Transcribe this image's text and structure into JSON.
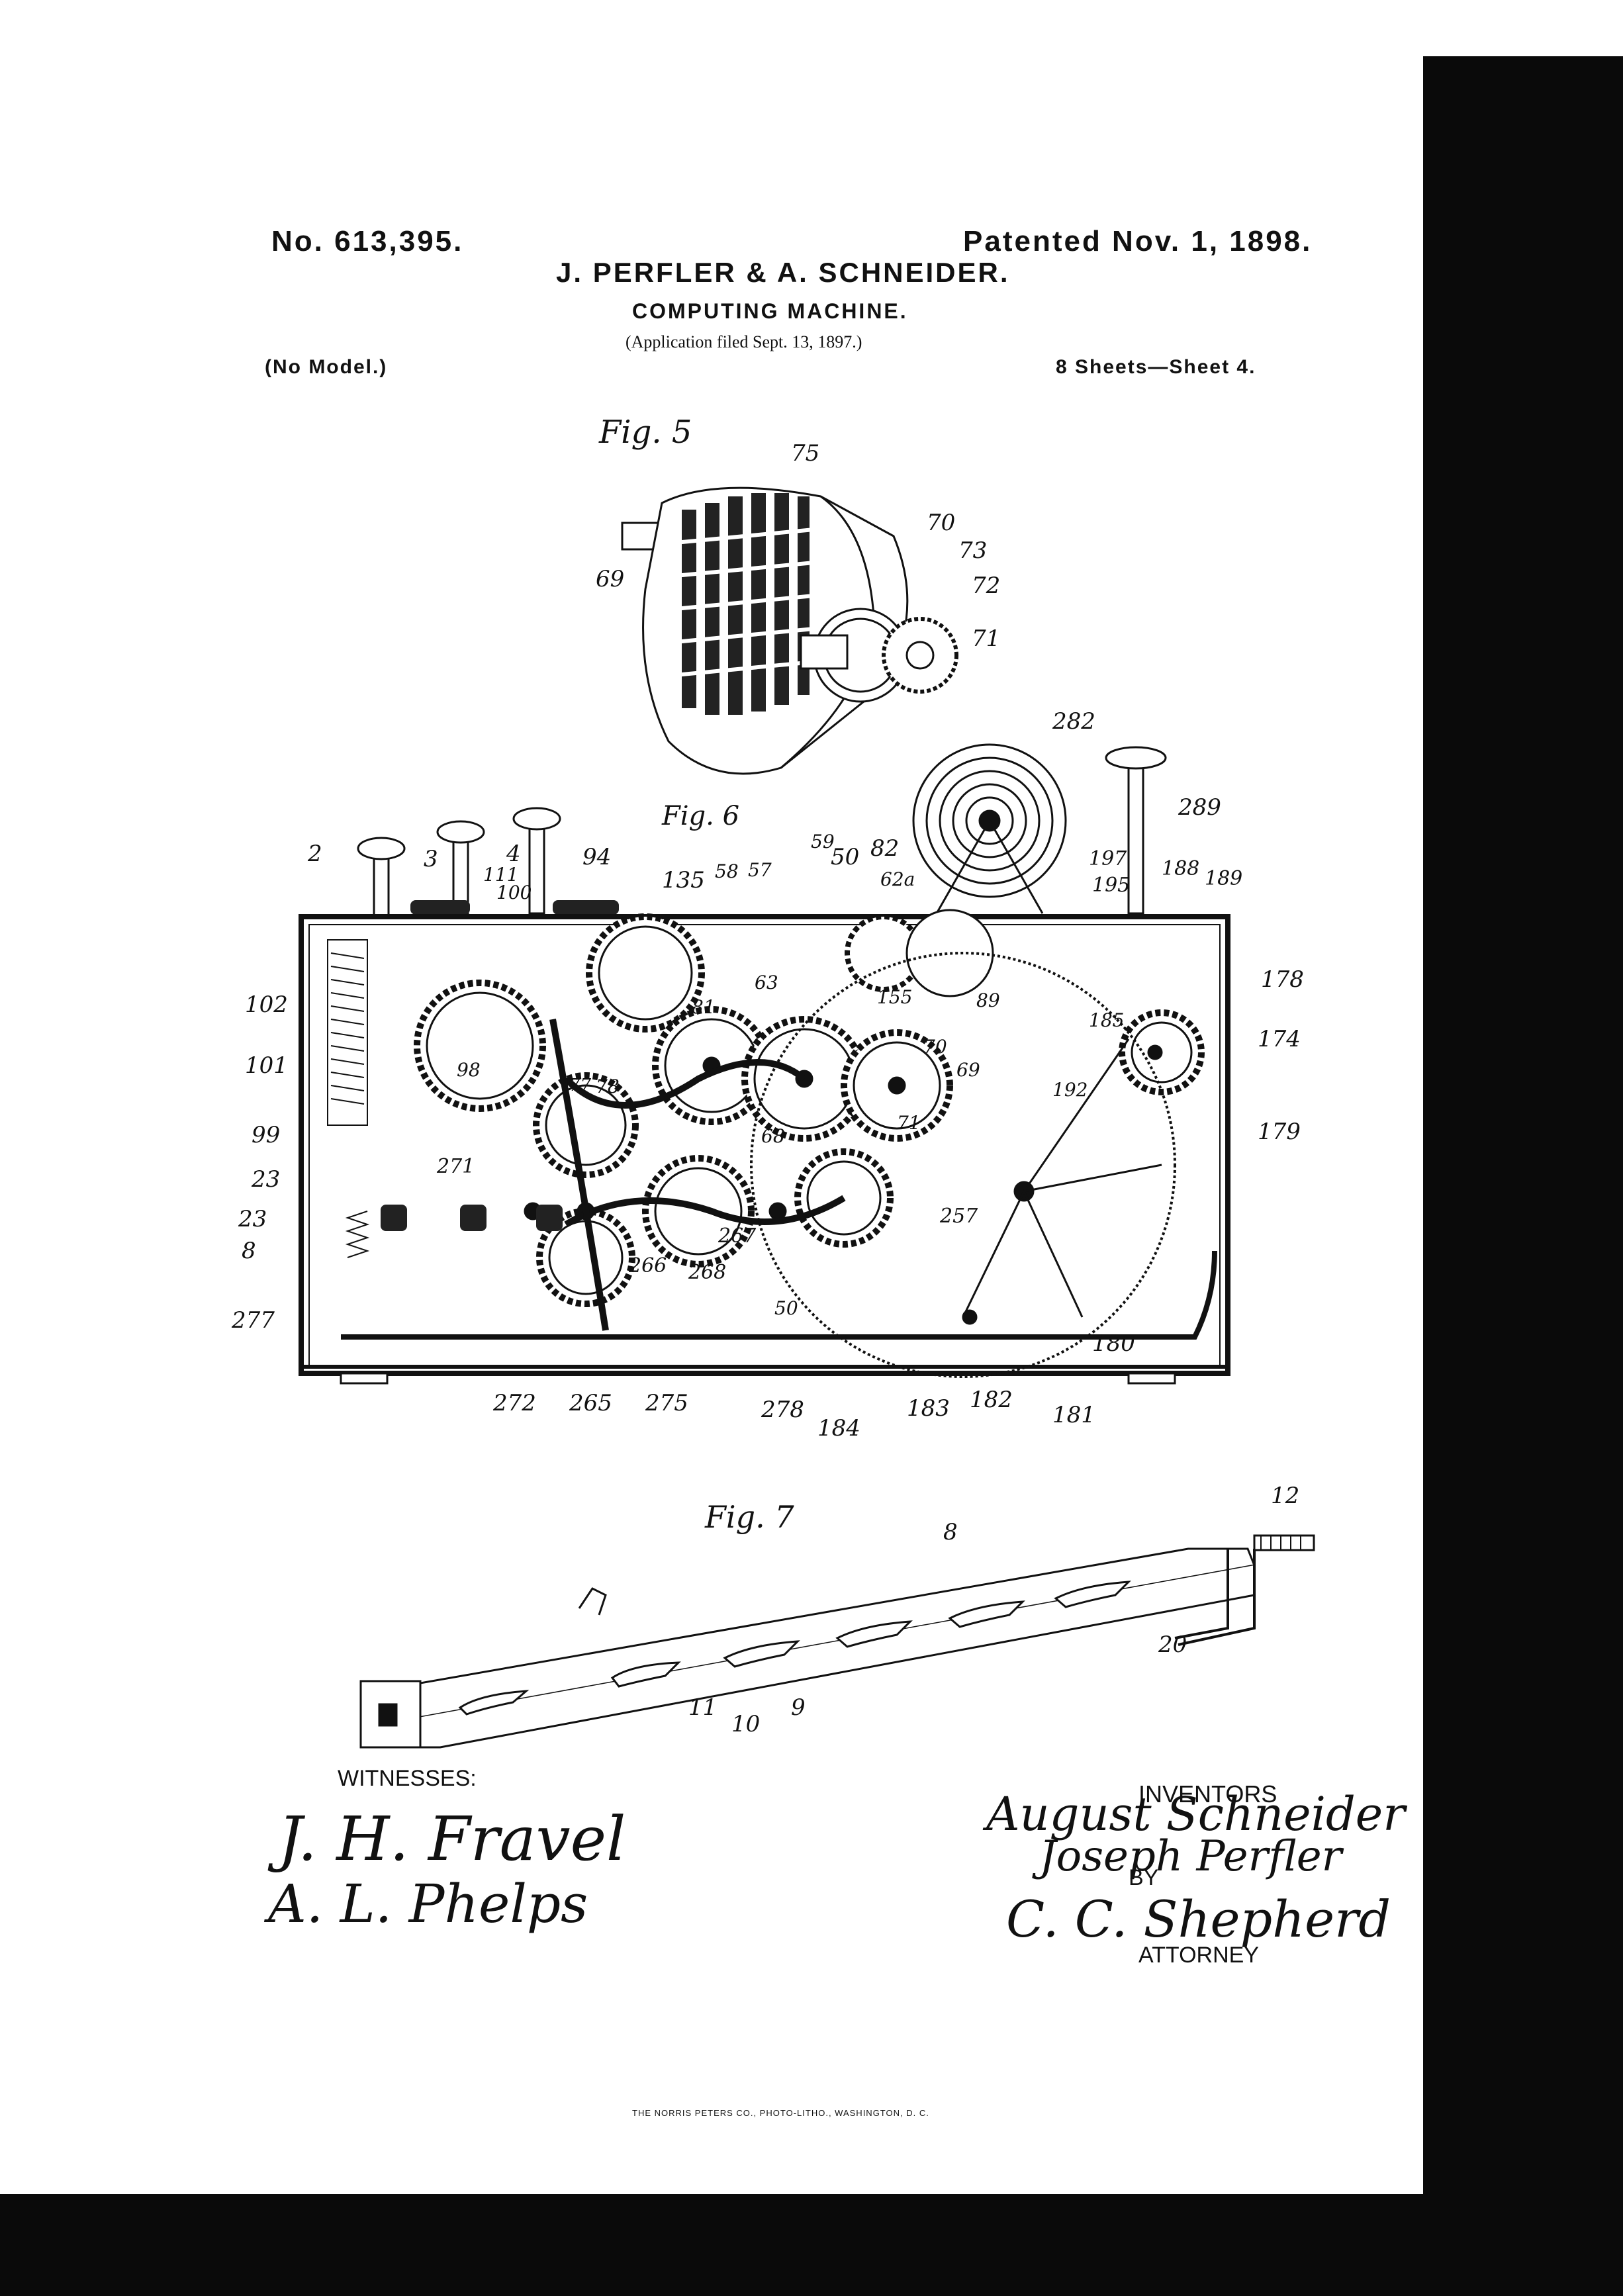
{
  "header": {
    "patent_no": "No. 613,395.",
    "patented_date": "Patented Nov. 1, 1898.",
    "inventors_title": "J. PERFLER & A. SCHNEIDER.",
    "invention": "COMPUTING MACHINE.",
    "application": "(Application filed Sept. 13, 1897.)",
    "model": "(No Model.)",
    "sheets": "8 Sheets—Sheet 4."
  },
  "figures": {
    "fig5": {
      "label": "Fig. 5",
      "callouts": [
        "75",
        "70",
        "73",
        "72",
        "71",
        "69"
      ]
    },
    "fig6": {
      "label": "Fig. 6",
      "callouts": [
        "282",
        "289",
        "2",
        "3",
        "4",
        "94",
        "111",
        "100",
        "135",
        "58",
        "57",
        "59",
        "50",
        "82",
        "62a",
        "197",
        "195",
        "188",
        "189",
        "178",
        "174",
        "179",
        "102",
        "101",
        "99",
        "23",
        "23",
        "8",
        "277",
        "98",
        "77",
        "78",
        "81",
        "63",
        "155",
        "89",
        "70",
        "69",
        "71",
        "68",
        "271",
        "267",
        "266",
        "268",
        "257",
        "185",
        "192",
        "180",
        "50",
        "272",
        "265",
        "275",
        "278",
        "184",
        "183",
        "182",
        "181"
      ]
    },
    "fig7": {
      "label": "Fig. 7",
      "callouts": [
        "12",
        "8",
        "20",
        "11",
        "10",
        "9"
      ]
    }
  },
  "footer": {
    "witnesses_label": "WITNESSES:",
    "witness_1": "J. H. Fravel",
    "witness_2": "A. L. Phelps",
    "inventors_label": "INVENTORS",
    "inventor_1": "August Schneider",
    "inventor_2": "Joseph Perfler",
    "by_label": "BY",
    "attorney_sig": "C. C. Shepherd",
    "attorney_label": "ATTORNEY",
    "printer": "THE NORRIS PETERS CO., PHOTO-LITHO., WASHINGTON, D. C."
  }
}
